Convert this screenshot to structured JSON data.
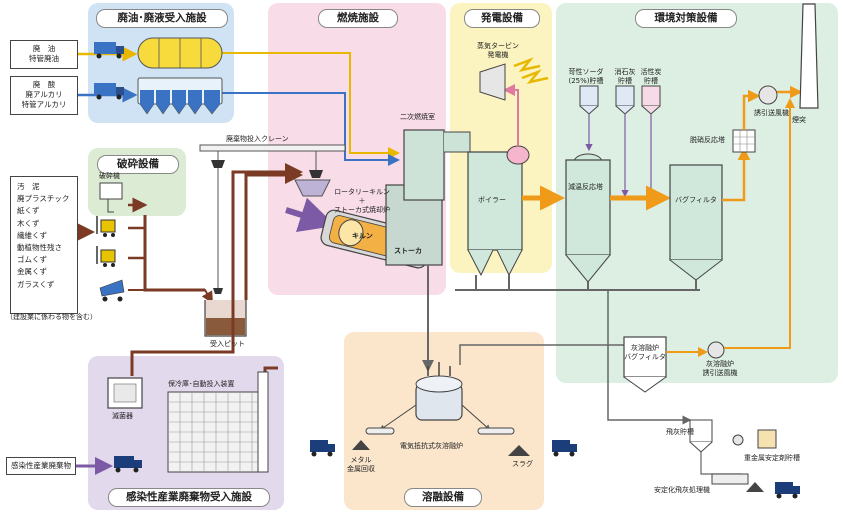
{
  "zones": {
    "liquid": "廃油･廃液受入施設",
    "crush": "破砕設備",
    "incin": "燃焼施設",
    "power": "発電設備",
    "env": "環境対策設備",
    "melt": "溶融設備",
    "infect": "感染性産業廃棄物受入施設"
  },
  "inputs": {
    "oil": [
      "廃　油",
      "特管廃油"
    ],
    "acid": [
      "廃　酸",
      "廃アルカリ",
      "特管アルカリ"
    ],
    "solids": [
      "汚　泥",
      "廃プラスチック",
      "紙くず",
      "木くず",
      "繊維くず",
      "動植物性残さ",
      "ゴムくず",
      "金属くず",
      "ガラスくず"
    ],
    "solids_note": "（建設業に係わる物を含む）",
    "infectious": "感染性産業廃棄物"
  },
  "labels": {
    "crusher": "破砕機",
    "crane": "廃棄物投入クレーン",
    "pit": "受入ピット",
    "kiln_title": [
      "ロータリーキルン",
      "＋",
      "ストーカ式焼却炉"
    ],
    "kiln": "キルン",
    "stoker": "ストーカ",
    "secondary": "二次燃焼室",
    "turbine": [
      "蒸気タービン",
      "発電機"
    ],
    "boiler": "ボイラー",
    "soda": [
      "苛性ソーダ",
      "(25%)貯槽"
    ],
    "lime": [
      "消石灰",
      "貯槽"
    ],
    "carbon": [
      "活性炭",
      "貯槽"
    ],
    "cooling": "減温反応塔",
    "bagfilter": "バグフィルタ",
    "denox": "脱硝反応塔",
    "idfan": "誘引送風機",
    "stack": "煙突",
    "ash_bag": [
      "灰溶融炉",
      "バグフィルタ"
    ],
    "ash_fan": [
      "灰溶融炉",
      "誘引送風機"
    ],
    "fly_ash": "飛灰貯槽",
    "chelate": "重金属安定剤貯槽",
    "stabilizer": "安定化飛灰処理機",
    "furnace": "電気抵抗式灰溶融炉",
    "metal": [
      "メタル",
      "金属回収"
    ],
    "slag": "スラグ",
    "sterilizer": "滅菌器",
    "storage": "保冷庫･自動投入装置"
  }
}
